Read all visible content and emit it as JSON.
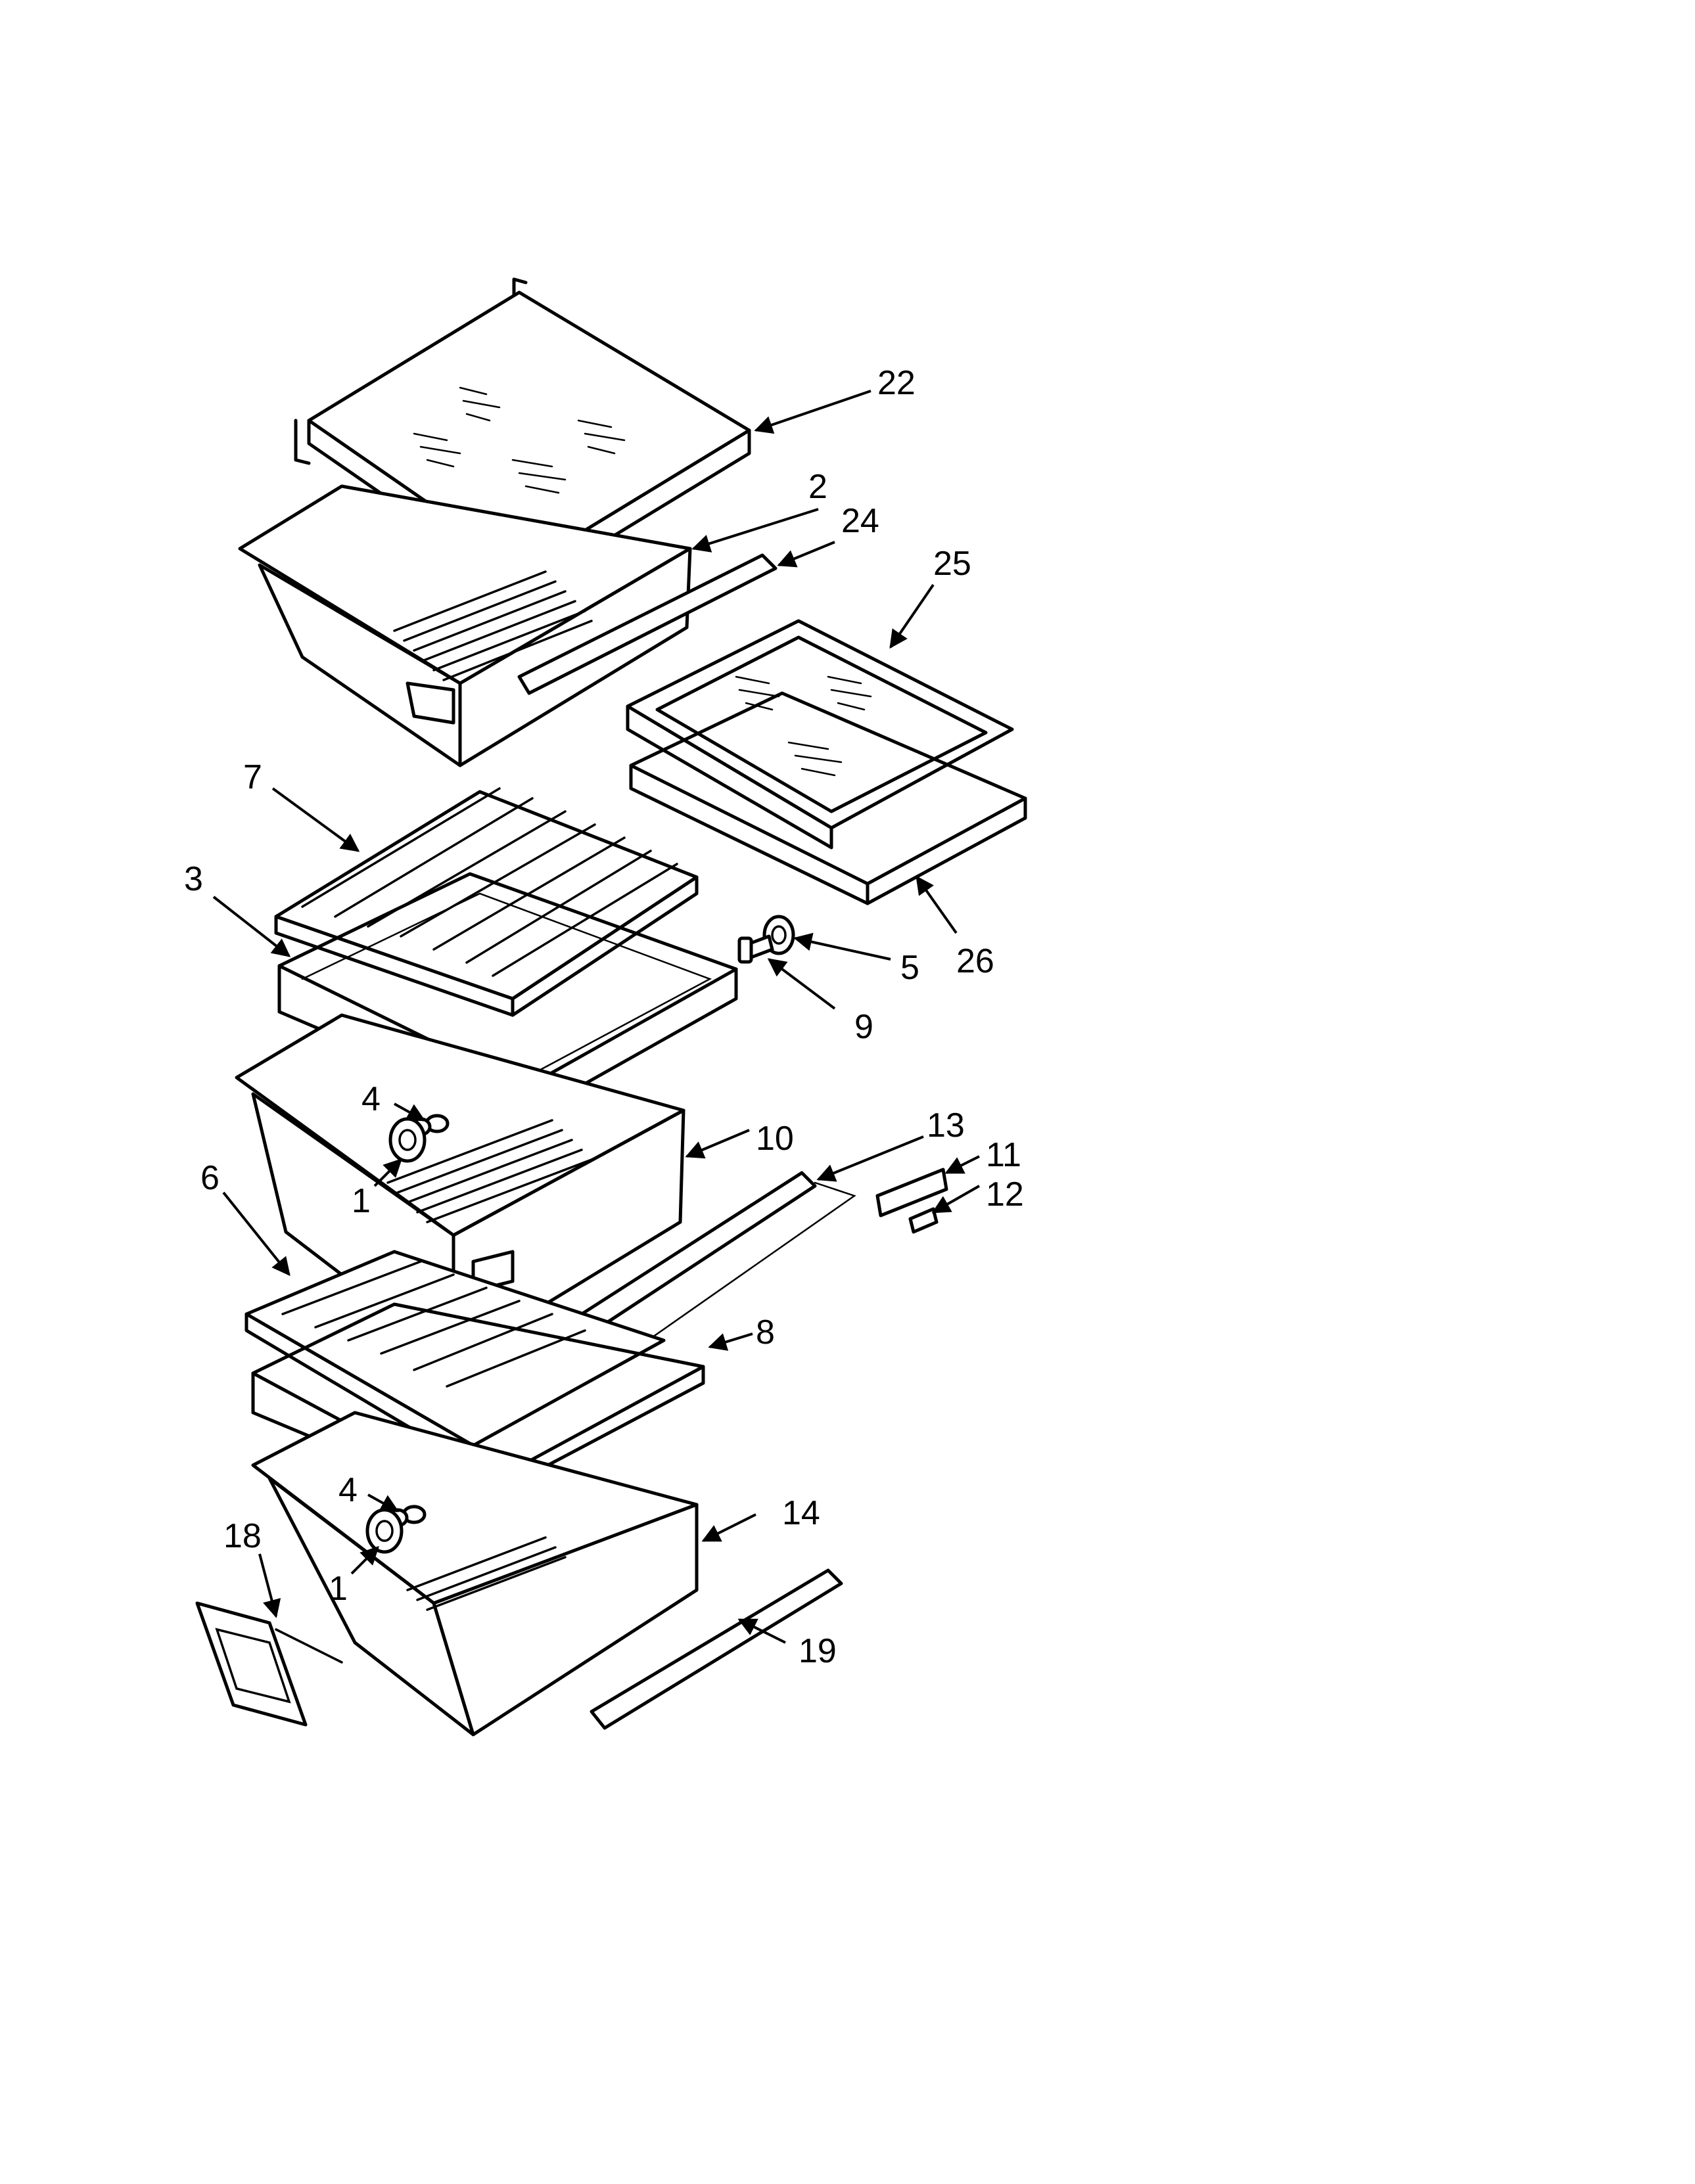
{
  "figure": "refrigerator shelf and crisper exploded parts diagram",
  "colors": {
    "line": "#000000",
    "background": "#ffffff"
  },
  "callouts": {
    "c22": "22",
    "c2": "2",
    "c24": "24",
    "c25": "25",
    "c7": "7",
    "c3": "3",
    "c5": "5",
    "c26": "26",
    "c9": "9",
    "c4a": "4",
    "c10": "10",
    "c13": "13",
    "c11": "11",
    "c1a": "1",
    "c12": "12",
    "c6": "6",
    "c8": "8",
    "c4b": "4",
    "c14": "14",
    "c18": "18",
    "c1b": "1",
    "c19": "19"
  }
}
